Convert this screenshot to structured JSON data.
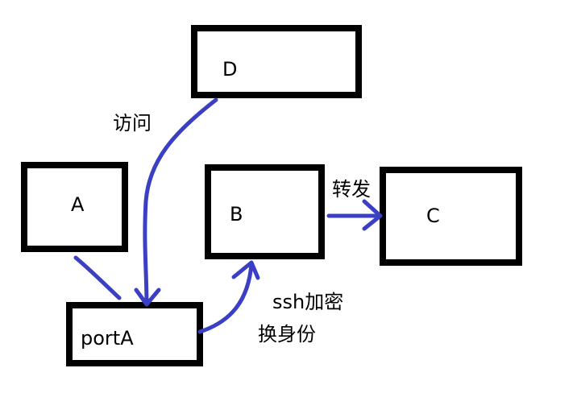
{
  "diagram": {
    "nodes": [
      {
        "id": "D",
        "label": "D"
      },
      {
        "id": "A",
        "label": "A"
      },
      {
        "id": "B",
        "label": "B"
      },
      {
        "id": "C",
        "label": "C"
      },
      {
        "id": "portA",
        "label": "portA"
      }
    ],
    "edges": [
      {
        "from": "D",
        "to": "portA",
        "label": "访问"
      },
      {
        "from": "A",
        "to": "portA",
        "label": ""
      },
      {
        "from": "portA",
        "to": "B",
        "label_line1": "ssh加密",
        "label_line2": "换身份"
      },
      {
        "from": "B",
        "to": "C",
        "label": "转发"
      }
    ],
    "colors": {
      "edge": "#3b3fc4",
      "box_border": "#000000"
    }
  }
}
